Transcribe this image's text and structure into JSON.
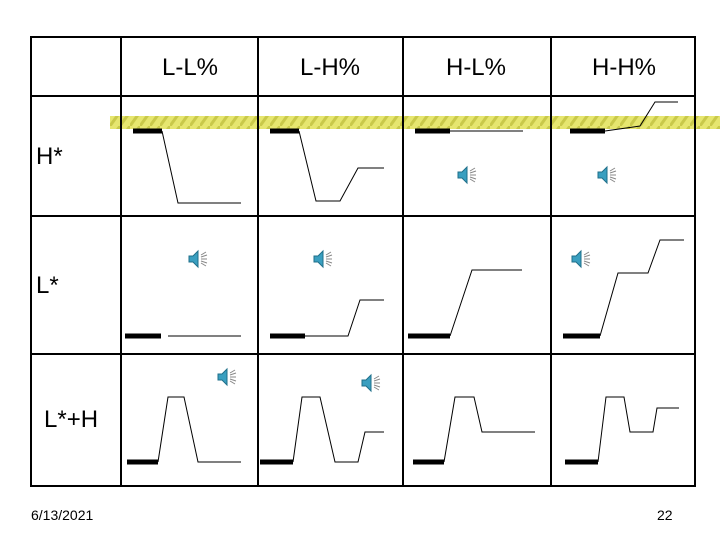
{
  "columns": [
    "L-L%",
    "L-H%",
    "H-L%",
    "H-H%"
  ],
  "rows": [
    "H*",
    "L*",
    "L*+H"
  ],
  "footer": {
    "date": "6/13/2021",
    "page": "22"
  },
  "colors": {
    "grid": "#000000",
    "accent": "#e6e66f",
    "accent_dark": "#c9c94a",
    "speaker": "#3a9fc0"
  },
  "icons": {
    "speaker": "speaker-icon"
  }
}
